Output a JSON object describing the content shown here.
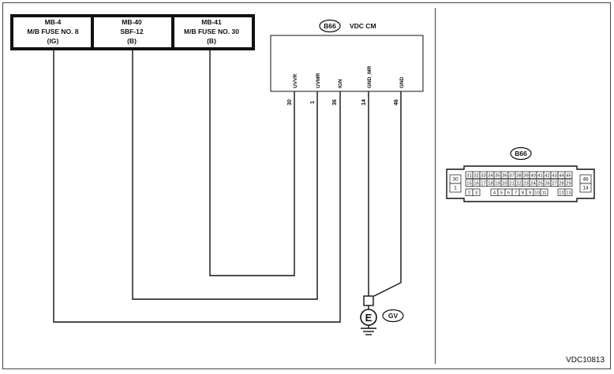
{
  "fuses": [
    {
      "line1": "MB-4",
      "line2": "M/B FUSE NO. 8",
      "line3": "(IG)"
    },
    {
      "line1": "MB-40",
      "line2": "SBF-12",
      "line3": "(B)"
    },
    {
      "line1": "MB-41",
      "line2": "M/B FUSE NO. 30",
      "line3": "(B)"
    }
  ],
  "module": {
    "connector": "B66",
    "name": "VDC CM"
  },
  "pins": [
    {
      "signal": "UVVR",
      "number": "30"
    },
    {
      "signal": "UVMR",
      "number": "1"
    },
    {
      "signal": "IGN",
      "number": "36"
    },
    {
      "signal": "GND_MR",
      "number": "14"
    },
    {
      "signal": "GND",
      "number": "46"
    }
  ],
  "ground": {
    "symbol": "E",
    "label": "GV"
  },
  "connector_view": {
    "label": "B66",
    "left_pins": [
      "30",
      "1"
    ],
    "right_pins": [
      "46",
      "14"
    ],
    "row1": [
      "31",
      "32",
      "33",
      "34",
      "35",
      "36",
      "37",
      "38",
      "39",
      "40",
      "41",
      "42",
      "43",
      "44",
      "45"
    ],
    "row2": [
      "15",
      "16",
      "17",
      "18",
      "19",
      "20",
      "21",
      "22",
      "23",
      "24",
      "25",
      "26",
      "27",
      "28",
      "29"
    ],
    "row3a": [
      "2",
      "3"
    ],
    "row3b": [
      "4",
      "5",
      "6",
      "7",
      "8",
      "9",
      "10",
      "11"
    ],
    "row3c": [
      "12",
      "13"
    ]
  },
  "figure_id": "VDC10813",
  "colors": {
    "line": "#111111",
    "frame": "#444444",
    "fuse_border": "#111111",
    "background": "#ffffff"
  }
}
